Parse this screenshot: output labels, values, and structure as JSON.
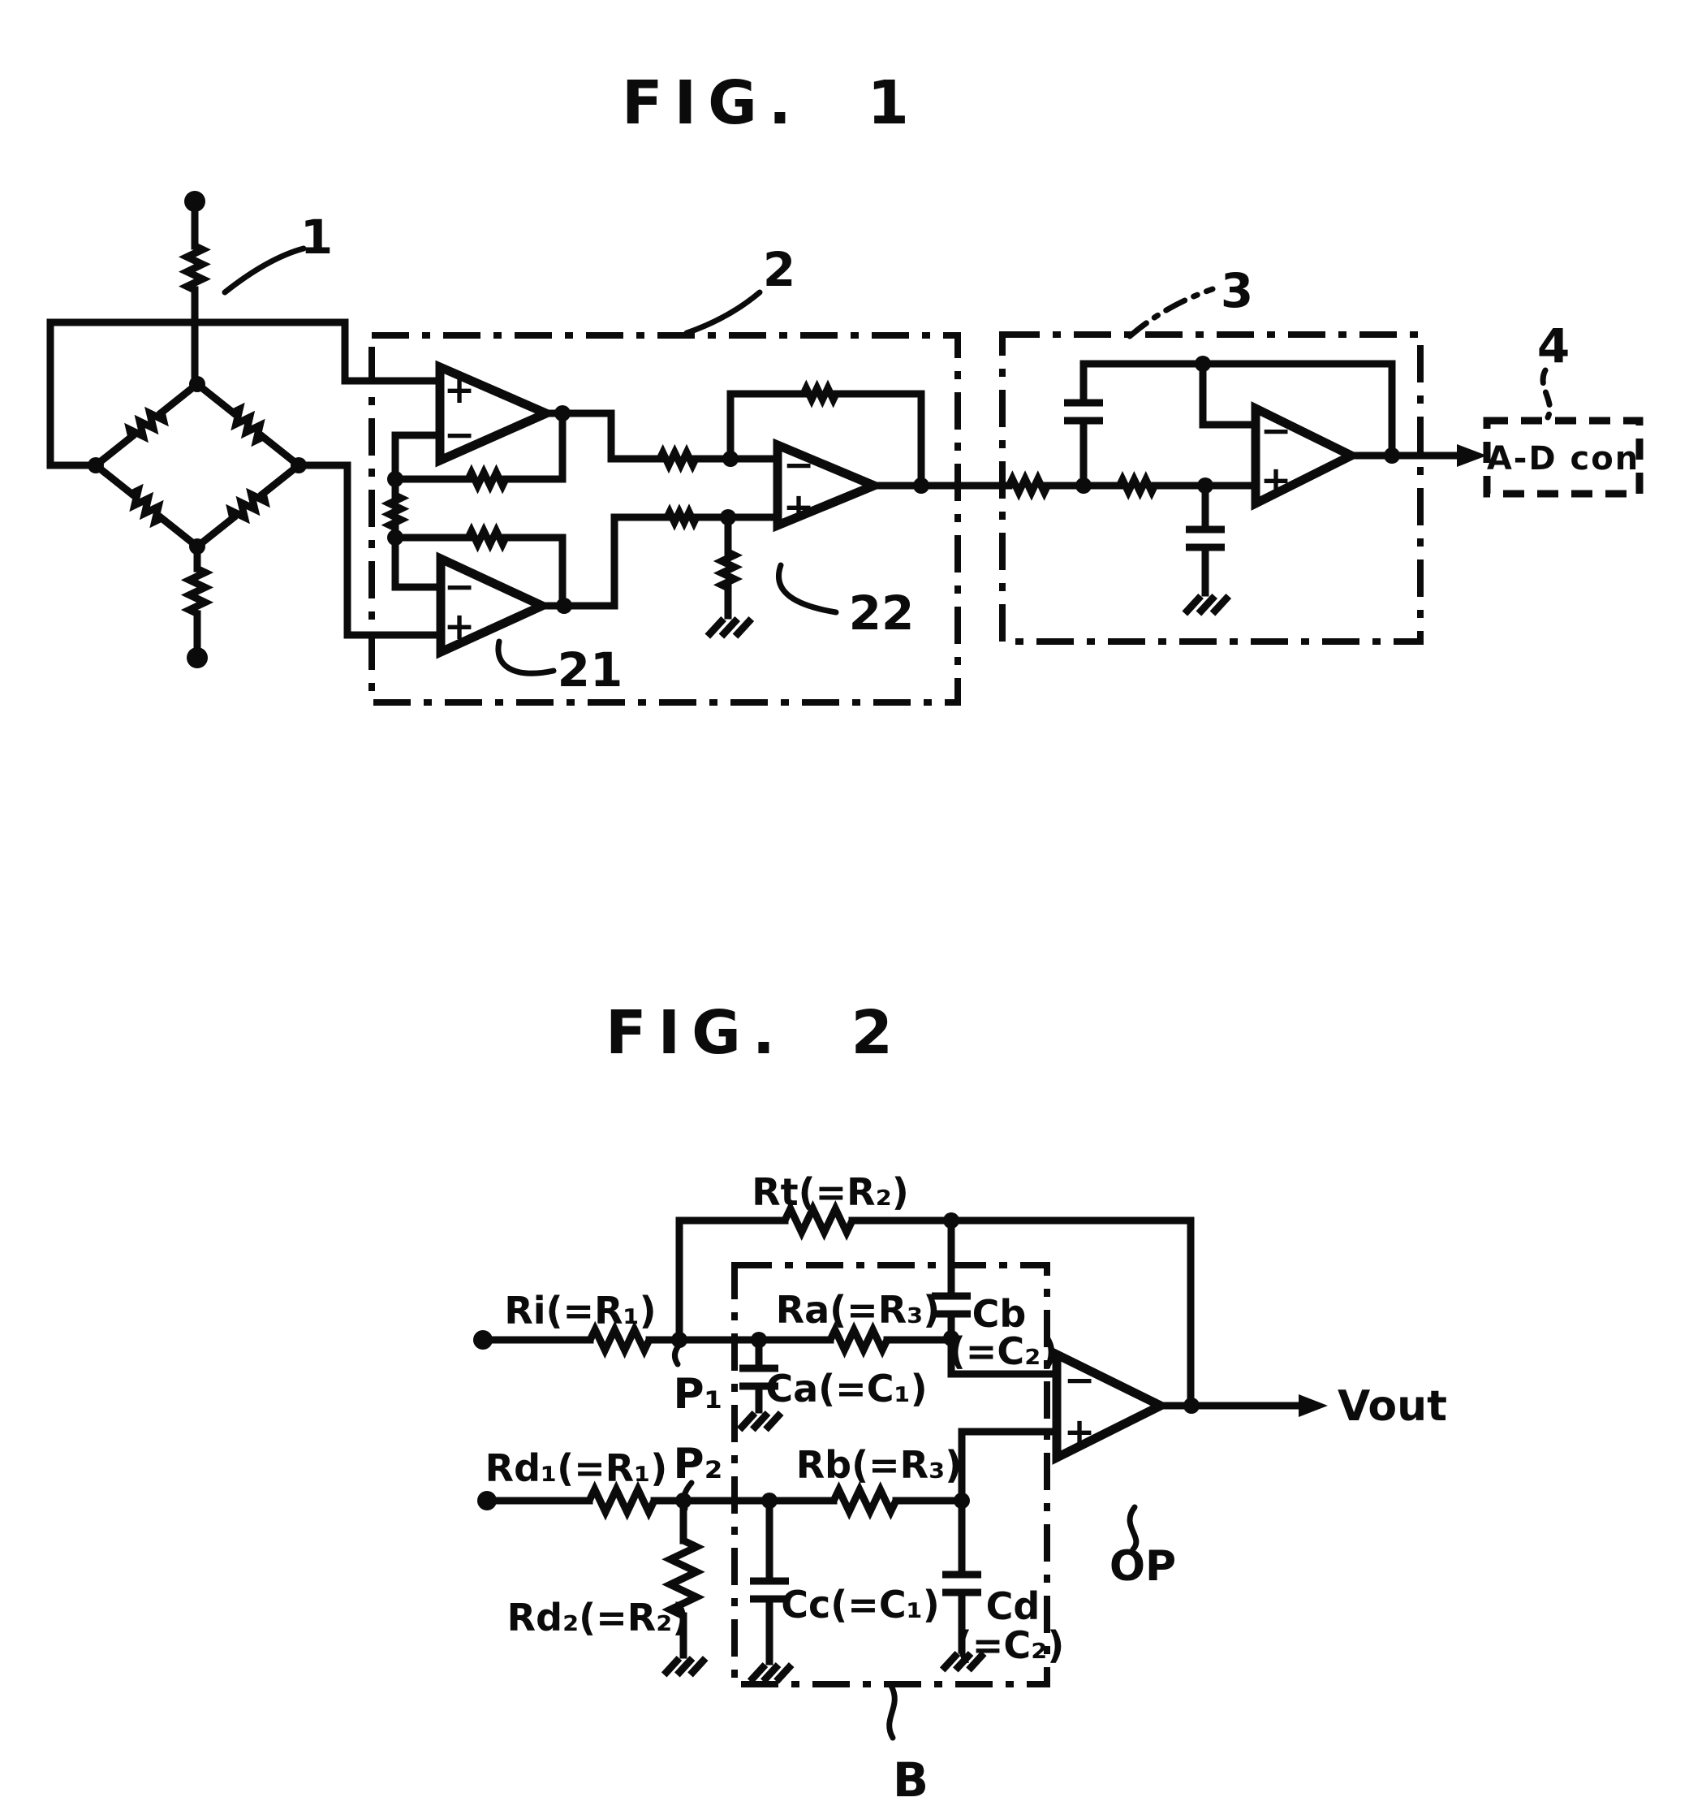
{
  "page": {
    "background": "#ffffff",
    "ink": "#0b0b0b"
  },
  "sym": {
    "plus": "+",
    "minus": "−"
  },
  "figure1": {
    "title": "FIG.  1",
    "refs": {
      "bridge": "1",
      "amp_block": "2",
      "filter_block": "3",
      "adc": "4",
      "input_stage": "21",
      "diff_stage": "22"
    },
    "adc_label": "A-D con"
  },
  "figure2": {
    "title": "FIG.  2",
    "labels": {
      "rt": "Rt(=R₂)",
      "ri": "Ri(=R₁)",
      "ra": "Ra(=R₃)",
      "ca": "Ca(=C₁)",
      "cb": "Cb",
      "cb_eq": "(=C₂)",
      "p1": "P₁",
      "p2": "P₂",
      "rd1": "Rd₁(=R₁)",
      "rd2": "Rd₂(=R₂)",
      "rb": "Rb(=R₃)",
      "cc": "Cc(=C₁)",
      "cd": "Cd",
      "cd_eq": "(=C₂)",
      "opamp": "OP",
      "vout": "Vout",
      "block": "B"
    }
  }
}
